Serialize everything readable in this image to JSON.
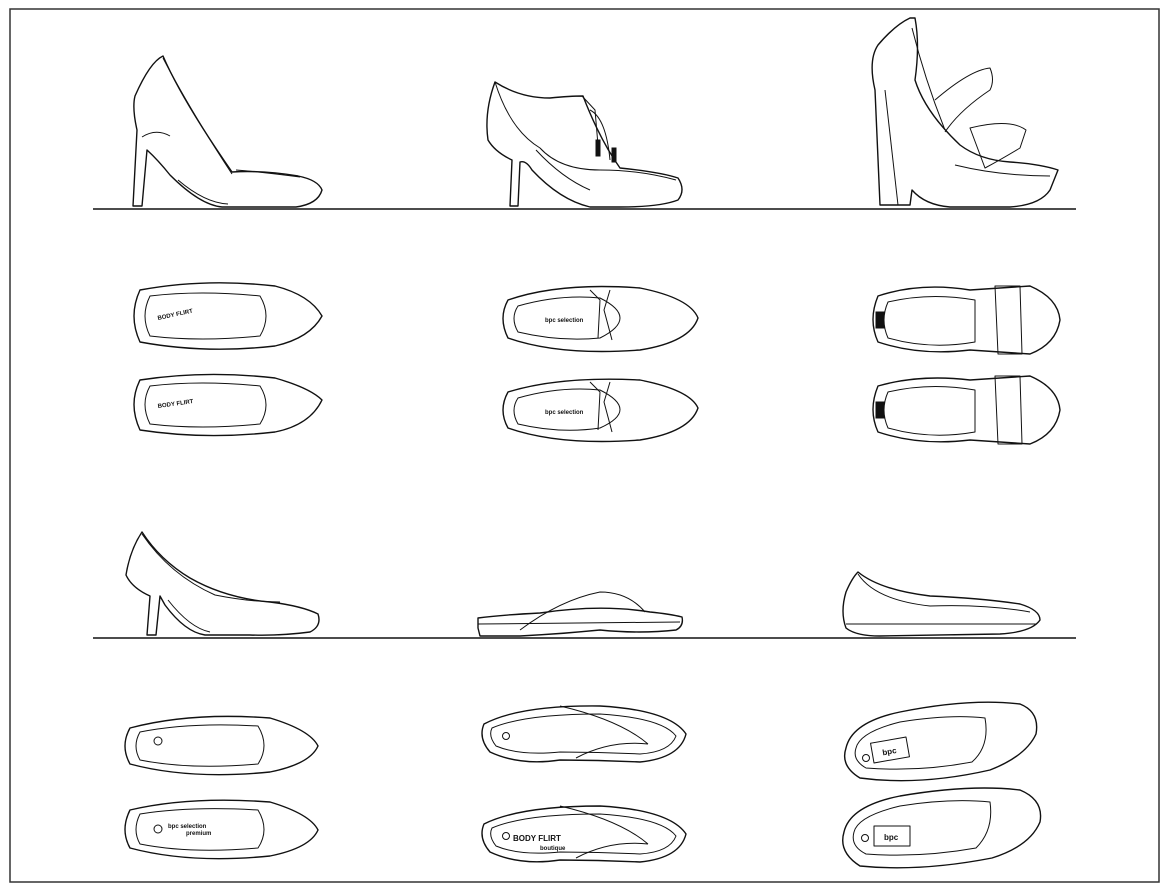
{
  "labels": {
    "pump_top_1": "BODY FLIRT",
    "pump_top_2": "BODY FLIRT",
    "oxford_top_1": "bpc selection",
    "oxford_top_2": "bpc selection",
    "pump2_top_2_line1": "bpc selection",
    "pump2_top_2_line2": "premium",
    "flip_top_2_line1": "BODY FLIRT",
    "flip_top_2_line2": "boutique",
    "flat_top_1": "bpc",
    "flat_top_2": "bpc"
  },
  "icons": {
    "stiletto_pump": "stiletto-pump-icon",
    "heeled_oxford_tassel": "heeled-oxford-icon",
    "platform_sandal": "platform-sandal-icon",
    "mid_heel_pump": "mid-heel-pump-icon",
    "flip_flop": "flip-flop-icon",
    "ballet_flat": "ballet-flat-icon"
  },
  "colors": {
    "line": "#111111",
    "background": "#ffffff",
    "border": "#333333"
  }
}
